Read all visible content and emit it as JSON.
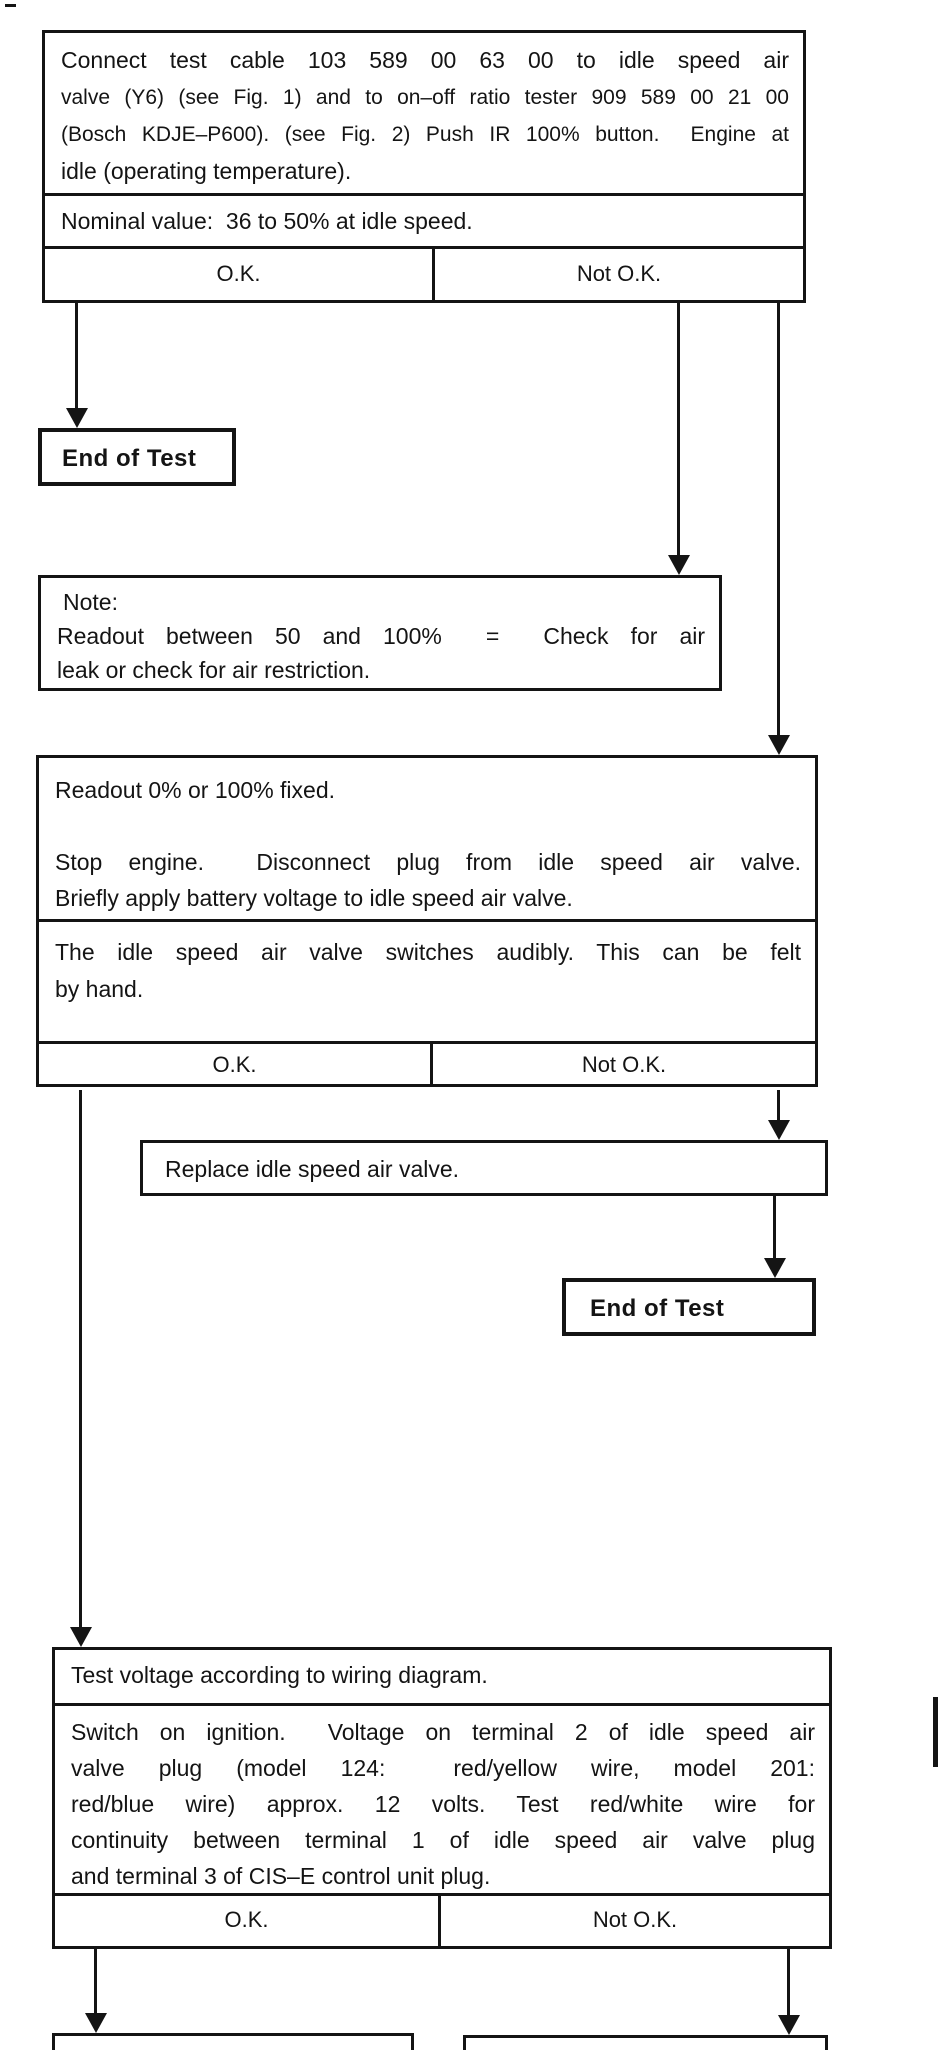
{
  "colors": {
    "background": "#ffffff",
    "ink": "#141414"
  },
  "flow": {
    "step1": {
      "instruction_lines": [
        "Connect test cable 103 589 00 63 00 to idle speed air",
        "valve (Y6) (see Fig. 1) and to on–off ratio tester 909 589 00 21 00",
        "(Bosch KDJE–P600). (see Fig. 2) Push IR 100% button.  Engine at",
        "idle (operating temperature)."
      ],
      "nominal": "Nominal value:  36 to 50% at idle speed.",
      "ok": "O.K.",
      "not_ok": "Not O.K."
    },
    "end_of_test_1": "End of Test",
    "note": {
      "title": "Note:",
      "lines": [
        "Readout between 50 and 100%  =  Check for air",
        "leak or check for air restriction."
      ]
    },
    "step2": {
      "readout": "Readout 0% or 100% fixed.",
      "action_lines": [
        "Stop engine.  Disconnect plug from idle speed air valve.",
        "Briefly apply battery voltage to idle speed air valve."
      ],
      "result_lines": [
        "The idle speed air valve switches audibly. This can be felt",
        "by hand."
      ],
      "ok": "O.K.",
      "not_ok": "Not O.K."
    },
    "replace_label": "Replace idle speed air valve.",
    "end_of_test_2": "End of Test",
    "step3": {
      "title": "Test voltage according to wiring diagram.",
      "body_lines": [
        "Switch on ignition.  Voltage on terminal 2 of idle speed air",
        "valve plug (model 124:  red/yellow wire, model 201:",
        "red/blue wire) approx. 12 volts. Test red/white wire for",
        "continuity between terminal 1 of idle speed air valve plug",
        "and terminal 3 of CIS–E control unit plug."
      ],
      "ok": "O.K.",
      "not_ok": "Not O.K."
    }
  }
}
